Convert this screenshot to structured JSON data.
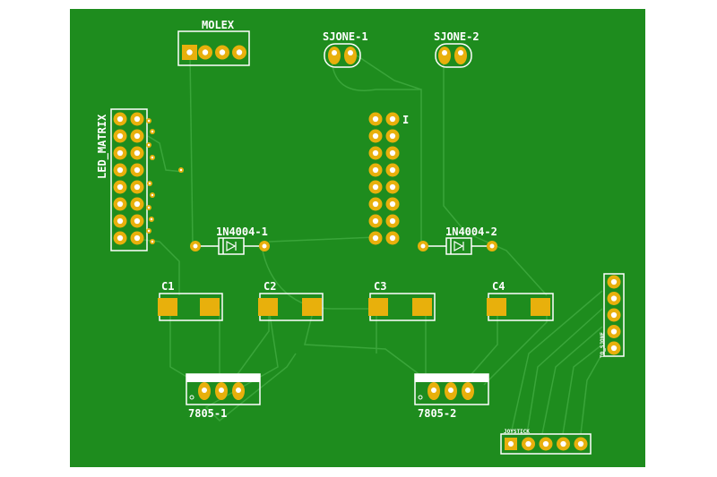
{
  "board": {
    "background": "#ffffff",
    "copper_color": "#1e8c1e",
    "trace_color": "#3aa53a",
    "pad_color": "#e8b00c",
    "silk_color": "#ffffff"
  },
  "labels": {
    "molex": "MOLEX",
    "sjone1": "SJONE-1",
    "sjone2": "SJONE-2",
    "led_matrix": "LED_MATRIX",
    "diode1": "1N4004-1",
    "diode2": "1N4004-2",
    "c1": "C1",
    "c2": "C2",
    "c3": "C3",
    "c4": "C4",
    "reg1": "7805-1",
    "reg2": "7805-2",
    "to_sjone": "TO_SJONE",
    "joystick": "JOYSTICK",
    "pin1_marker": "I"
  },
  "icons": {
    "pad": "round-pad",
    "smd": "smd-pad",
    "diode": "diode-symbol"
  }
}
